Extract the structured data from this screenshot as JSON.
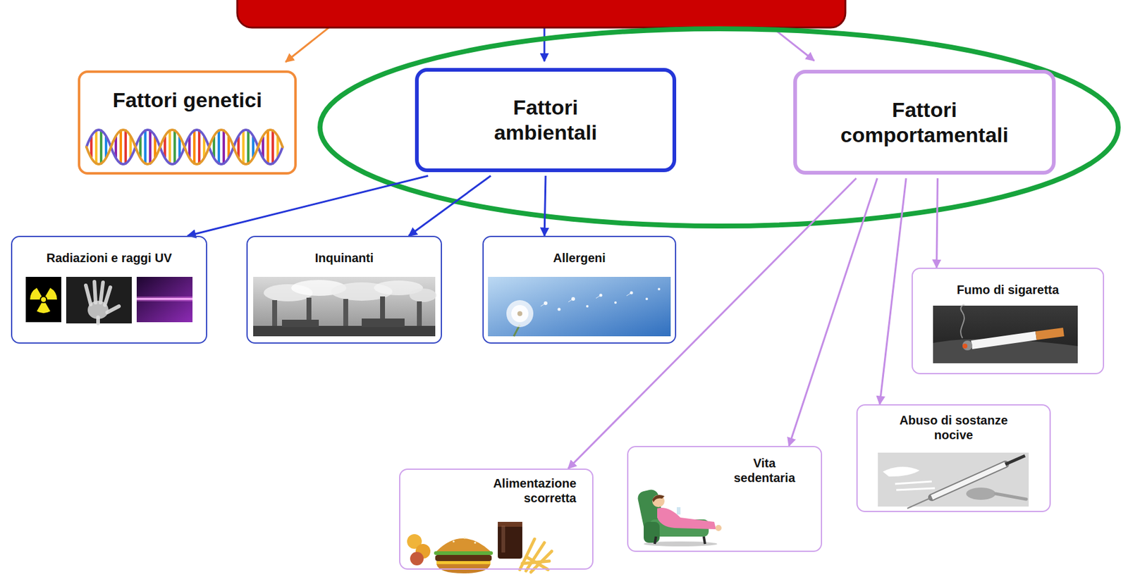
{
  "diagram": {
    "nodes": [
      {
        "text": [
          "Fattori genetici"
        ]
      },
      {
        "text": [
          "Fattori ambientali"
        ]
      },
      {
        "text": [
          "Fattori comportamentali"
        ]
      },
      {
        "text": [
          "Radiazioni e raggi UV"
        ]
      },
      {
        "text": [
          "Inquinanti"
        ]
      },
      {
        "text": [
          "Allergeni"
        ]
      },
      {
        "text": [
          "Fumo di sigaretta"
        ]
      },
      {
        "text": [
          "Abuso di sostanze nocive"
        ]
      },
      {
        "text": [
          "Vita sedentaria"
        ]
      },
      {
        "text": [
          "Alimentazione scorretta"
        ]
      }
    ],
    "edges": [
      {
        "from": 1,
        "to": 3,
        "arrow": "to"
      },
      {
        "from": 1,
        "to": 4,
        "arrow": "to"
      },
      {
        "from": 1,
        "to": 5,
        "arrow": "to"
      },
      {
        "from": 2,
        "to": 9,
        "arrow": "to"
      },
      {
        "from": 2,
        "to": 8,
        "arrow": "to"
      },
      {
        "from": 2,
        "to": 7,
        "arrow": "to"
      },
      {
        "from": 2,
        "to": 6,
        "arrow": "to"
      }
    ]
  }
}
